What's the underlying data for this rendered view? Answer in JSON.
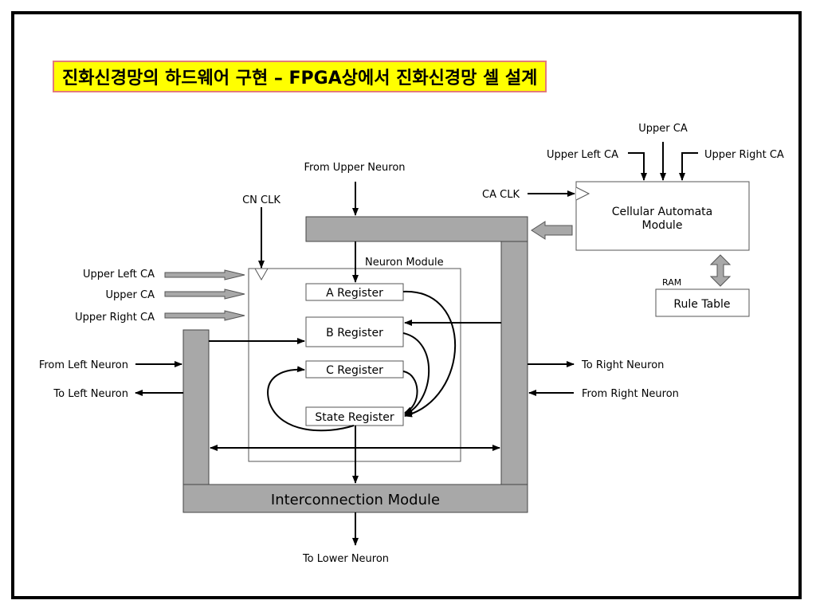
{
  "title": "진화신경망의 하드웨어 구현 – FPGA상에서 진화신경망 셀 설계",
  "colors": {
    "title_bg": "#ffff00",
    "title_border": "#e27b7b",
    "module_gray": "#a8a8a8",
    "line": "#000000"
  },
  "labels": {
    "from_upper_neuron": "From Upper Neuron",
    "cn_clk": "CN CLK",
    "neuron_module": "Neuron Module",
    "left_upper_left_ca": "Upper Left CA",
    "left_upper_ca": "Upper CA",
    "left_upper_right_ca": "Upper Right CA",
    "from_left_neuron": "From Left Neuron",
    "to_left_neuron": "To Left Neuron",
    "to_right_neuron": "To Right Neuron",
    "from_right_neuron": "From Right Neuron",
    "to_lower_neuron": "To Lower Neuron",
    "ca_clk": "CA CLK",
    "top_upper_ca": "Upper CA",
    "top_upper_left_ca": "Upper Left CA",
    "top_upper_right_ca": "Upper Right CA",
    "ram": "RAM"
  },
  "registers": {
    "a": "A Register",
    "b": "B Register",
    "c": "C Register",
    "state": "State Register"
  },
  "modules": {
    "interconnection": "Interconnection Module",
    "ca_line1": "Cellular Automata",
    "ca_line2": "Module",
    "rule_table": "Rule Table"
  }
}
